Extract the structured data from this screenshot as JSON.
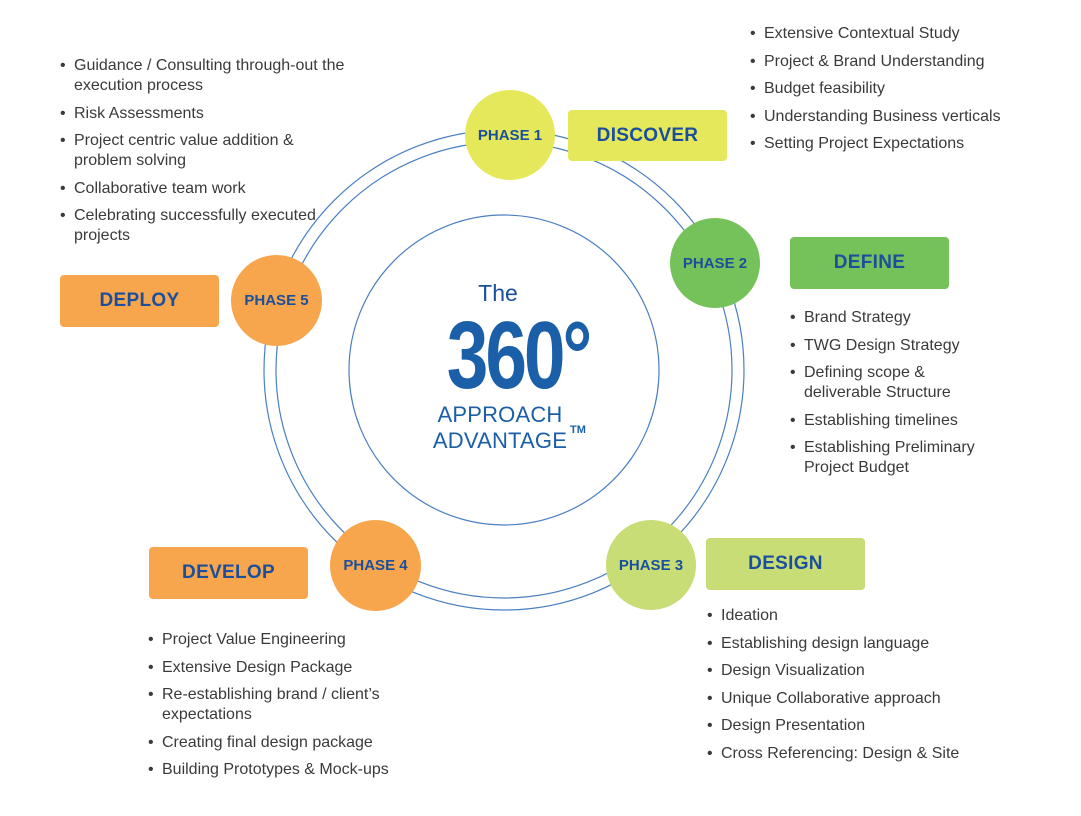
{
  "center": {
    "the": "The",
    "number": "360°",
    "line1": "APPROACH",
    "line2": "ADVANTAGE",
    "trademark": "TM"
  },
  "colors": {
    "ring": "#4a7fc1",
    "text_blue": "#1b4f9c",
    "phase1": "#e5e85a",
    "phase2": "#76c25a",
    "phase3": "#c8dd76",
    "phase4": "#f7a64d",
    "phase5": "#f7a64d"
  },
  "phases": [
    {
      "phase": "PHASE 1",
      "name": "DISCOVER",
      "items": [
        "Extensive Contextual Study",
        "Project & Brand Understanding",
        "Budget feasibility",
        "Understanding Business verticals",
        "Setting Project Expectations"
      ]
    },
    {
      "phase": "PHASE 2",
      "name": "DEFINE",
      "items": [
        "Brand Strategy",
        "TWG Design Strategy",
        "Defining scope & deliverable Structure",
        "Establishing timelines",
        "Establishing Preliminary Project Budget"
      ]
    },
    {
      "phase": "PHASE 3",
      "name": "DESIGN",
      "items": [
        "Ideation",
        "Establishing design language",
        "Design Visualization",
        "Unique Collaborative approach",
        "Design Presentation",
        "Cross Referencing: Design & Site"
      ]
    },
    {
      "phase": "PHASE 4",
      "name": "DEVELOP",
      "items": [
        "Project Value Engineering",
        "Extensive Design Package",
        "Re-establishing brand / client’s expectations",
        "Creating final design package",
        "Building Prototypes & Mock-ups"
      ]
    },
    {
      "phase": "PHASE 5",
      "name": "DEPLOY",
      "items": [
        "Guidance / Consulting through-out the execution process",
        "Risk Assessments",
        "Project centric value addition & problem solving",
        "Collaborative team work",
        "Celebrating successfully executed projects"
      ]
    }
  ]
}
